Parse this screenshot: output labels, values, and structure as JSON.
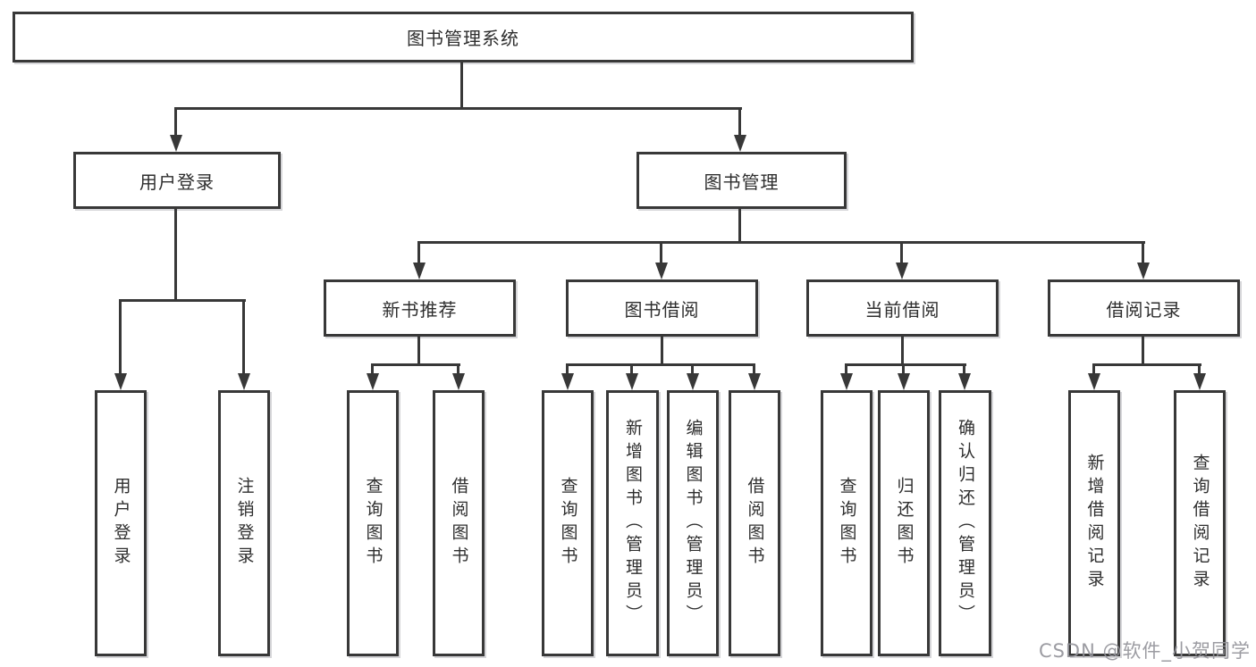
{
  "diagram": {
    "root_label": "图书管理系统",
    "branches": [
      {
        "label": "用户登录",
        "children": [
          {
            "label": "用户登录"
          },
          {
            "label": "注销登录"
          }
        ]
      },
      {
        "label": "图书管理",
        "children": [
          {
            "label": "新书推荐",
            "children": [
              {
                "label": "查询图书"
              },
              {
                "label": "借阅图书"
              }
            ]
          },
          {
            "label": "图书借阅",
            "children": [
              {
                "label": "查询图书"
              },
              {
                "label": "新增图书（管理员）"
              },
              {
                "label": "编辑图书（管理员）"
              },
              {
                "label": "借阅图书"
              }
            ]
          },
          {
            "label": "当前借阅",
            "children": [
              {
                "label": "查询图书"
              },
              {
                "label": "归还图书"
              },
              {
                "label": "确认归还（管理员）"
              }
            ]
          },
          {
            "label": "借阅记录",
            "children": [
              {
                "label": "新增借阅记录"
              },
              {
                "label": "查询借阅记录"
              }
            ]
          }
        ]
      }
    ]
  },
  "watermark": {
    "text": "CSDN @软件_小贺同学"
  },
  "colors": {
    "line": "#383838",
    "text": "#2e2e2e",
    "background": "#ffffff",
    "watermark": "#94949a"
  }
}
